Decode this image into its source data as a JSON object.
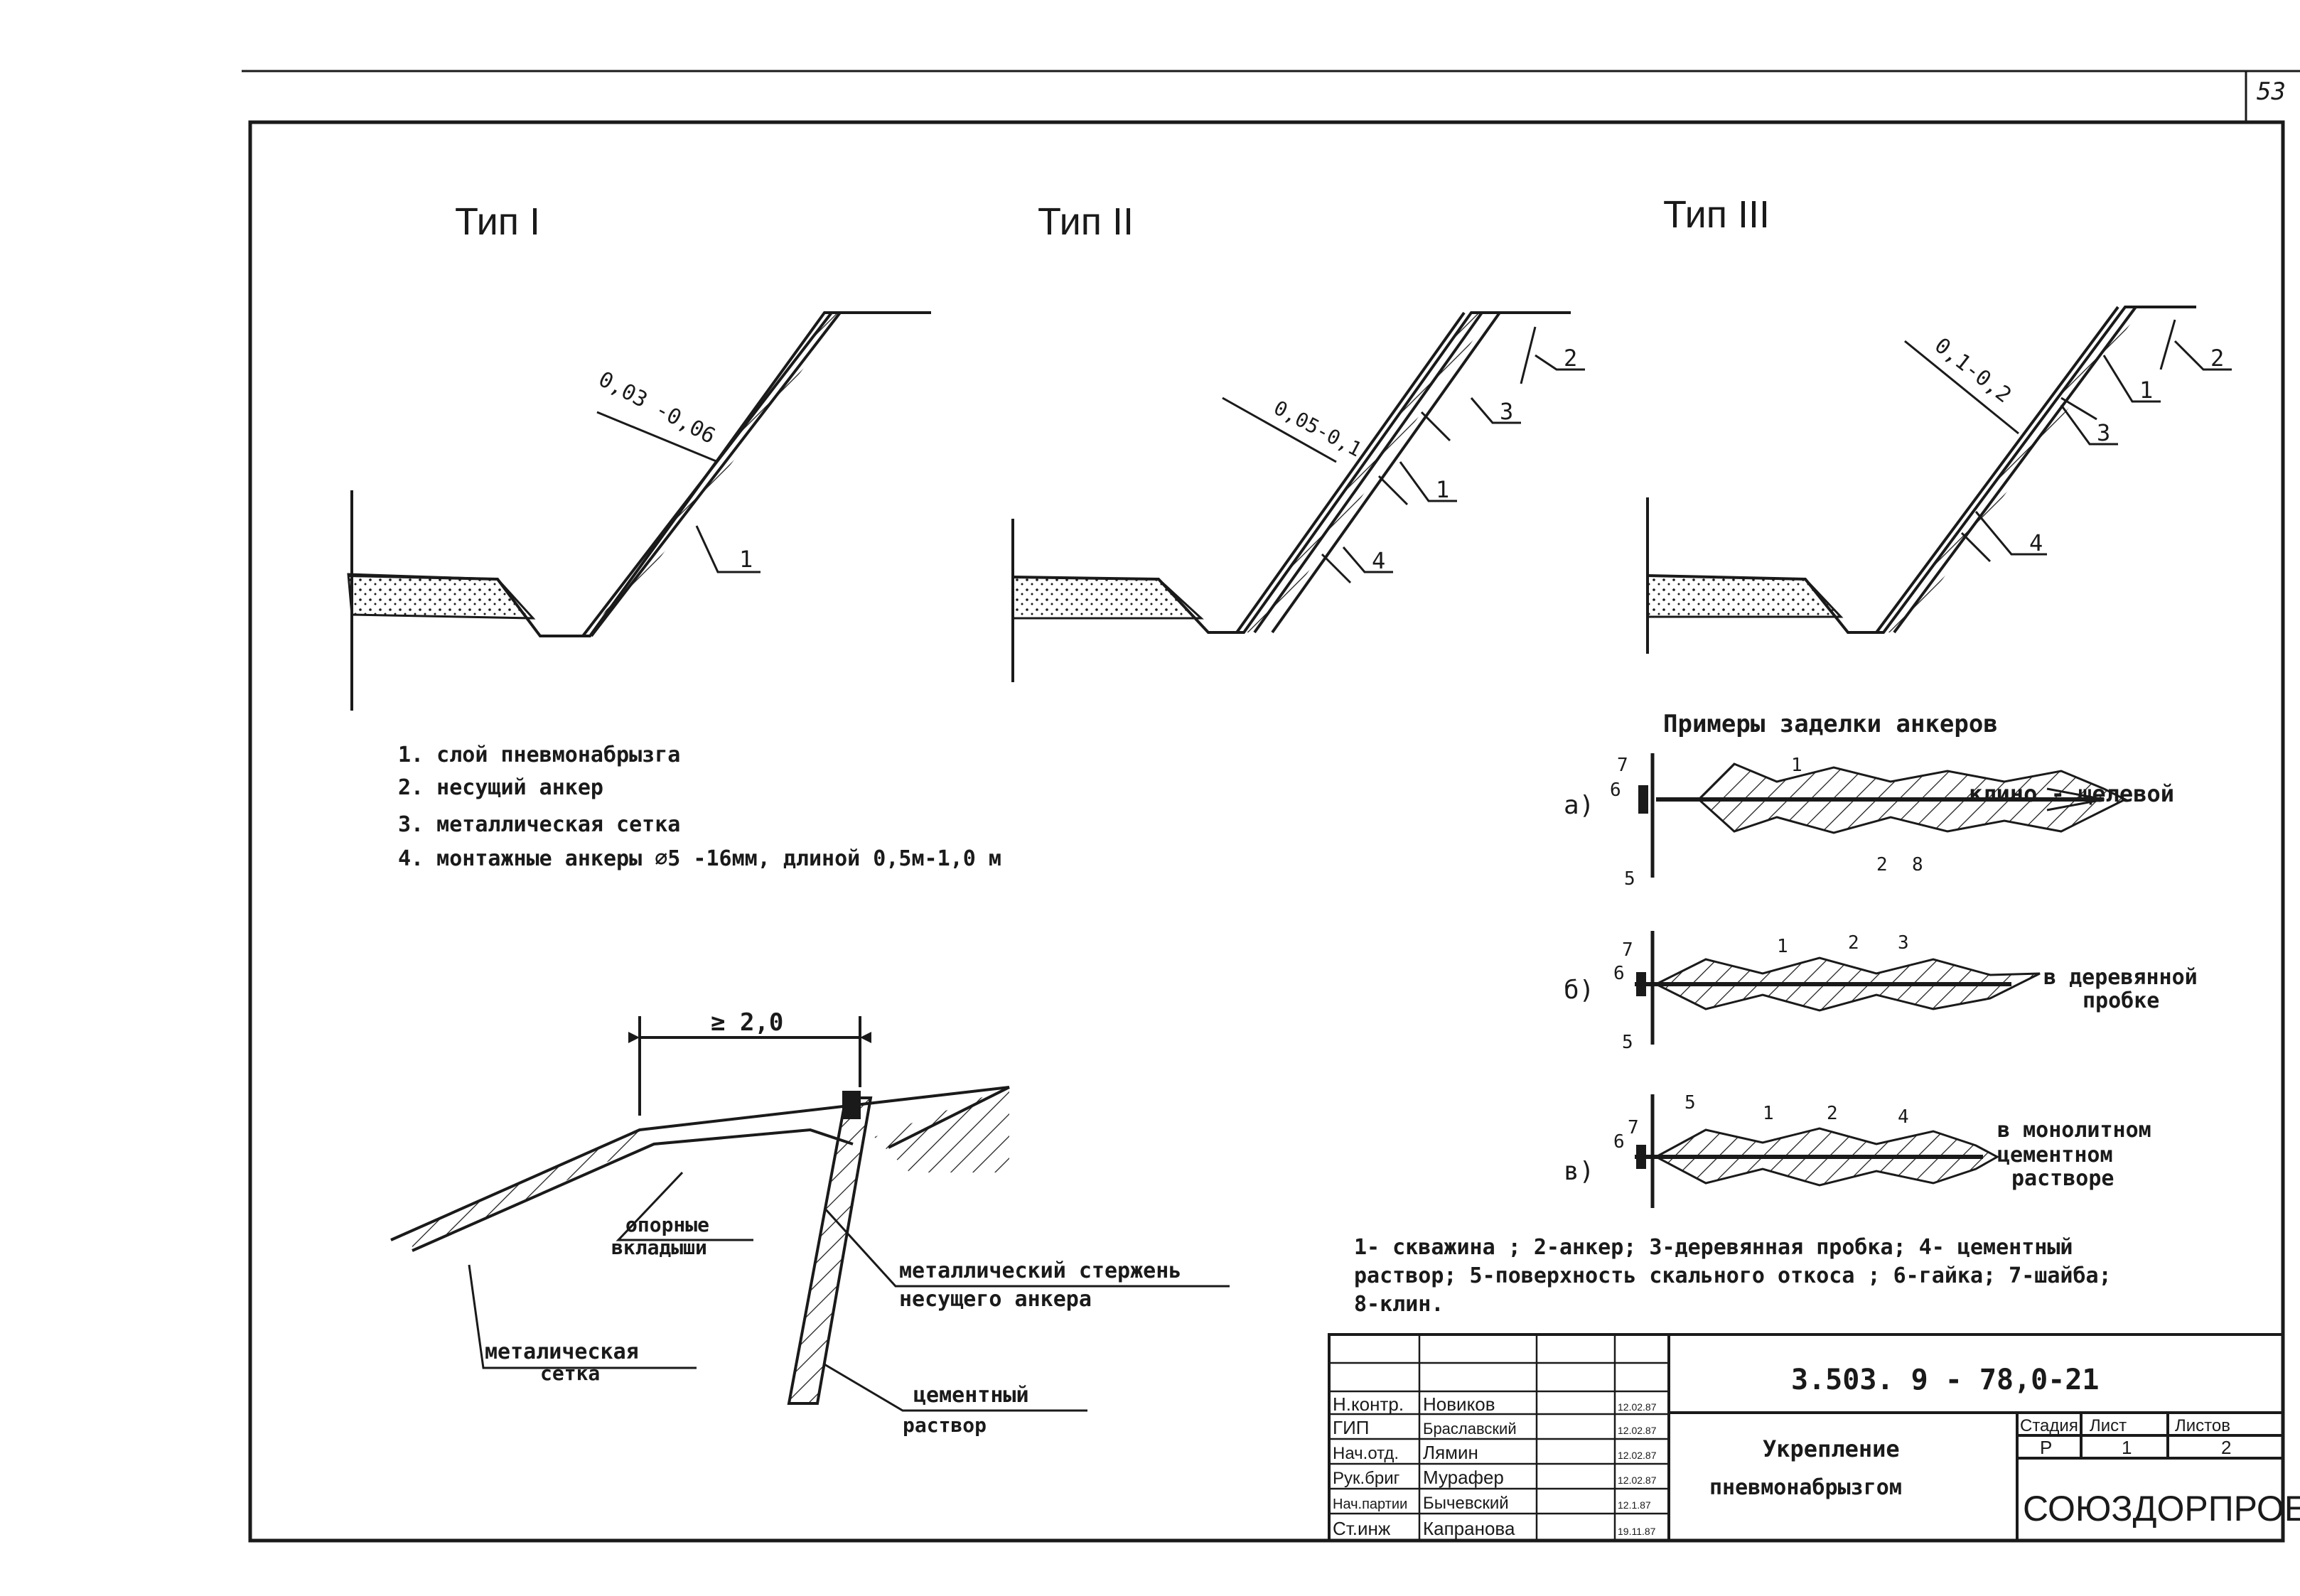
{
  "page_number": "53",
  "types": [
    "Тип I",
    "Тип II",
    "Тип III"
  ],
  "thickness_labels": [
    "0,03 -0,06",
    "0,05-0,1",
    "0,1-0,2"
  ],
  "callouts": {
    "type1": [
      "1"
    ],
    "type2": [
      "2",
      "3",
      "1",
      "4"
    ],
    "type3": [
      "2",
      "1",
      "3",
      "4"
    ]
  },
  "legend": [
    "1. слой пневмонабрызга",
    "2. несущий анкер",
    "3. металлическая сетка",
    "4. монтажные анкеры ⌀5 -16мм, длиной 0,5м-1,0 м"
  ],
  "anchor_detail": {
    "dimension": "≥ 2,0",
    "labels": [
      "опорные",
      "вкладыши",
      "металлический стержень",
      "несущего анкера",
      "металическая",
      "сетка",
      "цементный",
      "раствор"
    ]
  },
  "anchor_examples": {
    "title": "Примеры заделки анкеров",
    "rows": [
      {
        "letter": "а)",
        "caption": [
          "клино - щелевой"
        ],
        "nums": [
          "7",
          "6",
          "5",
          "1",
          "2",
          "8"
        ]
      },
      {
        "letter": "б)",
        "caption": [
          "в деревянной",
          "пробке"
        ],
        "nums": [
          "7",
          "6",
          "5",
          "1",
          "2",
          "3"
        ]
      },
      {
        "letter": "в)",
        "caption": [
          "в монолитном",
          "цементном",
          "растворе"
        ],
        "nums": [
          "5",
          "7",
          "6",
          "1",
          "2",
          "4"
        ]
      }
    ],
    "notes": [
      "1- скважина ;  2-анкер;  3-деревянная пробка; 4- цементный",
      "раствор; 5-поверхность скального откоса ;  6-гайка; 7-шайба;",
      "8-клин."
    ]
  },
  "title_block": {
    "code": "3.503. 9 - 78,0-21",
    "title": [
      "Укрепление",
      "пневмонабрызгом"
    ],
    "company": "СОЮЗДОРПРОЕКТ",
    "stage_headers": [
      "Стадия",
      "Лист",
      "Листов"
    ],
    "stage_values": [
      "Р",
      "1",
      "2"
    ],
    "rows": [
      {
        "role": "Н.контр.",
        "name": "Новиков",
        "date": "12.02.87"
      },
      {
        "role": "ГИП",
        "name": "Браславский",
        "date": "12.02.87"
      },
      {
        "role": "Нач.отд.",
        "name": "Лямин",
        "date": "12.02.87"
      },
      {
        "role": "Рук.бриг",
        "name": "Мурафер",
        "date": "12.02.87"
      },
      {
        "role": "Нач.партии",
        "name": "Бычевский",
        "date": "12.1.87"
      },
      {
        "role": "Ст.инж",
        "name": "Капранова",
        "date": "19.11.87"
      }
    ]
  }
}
